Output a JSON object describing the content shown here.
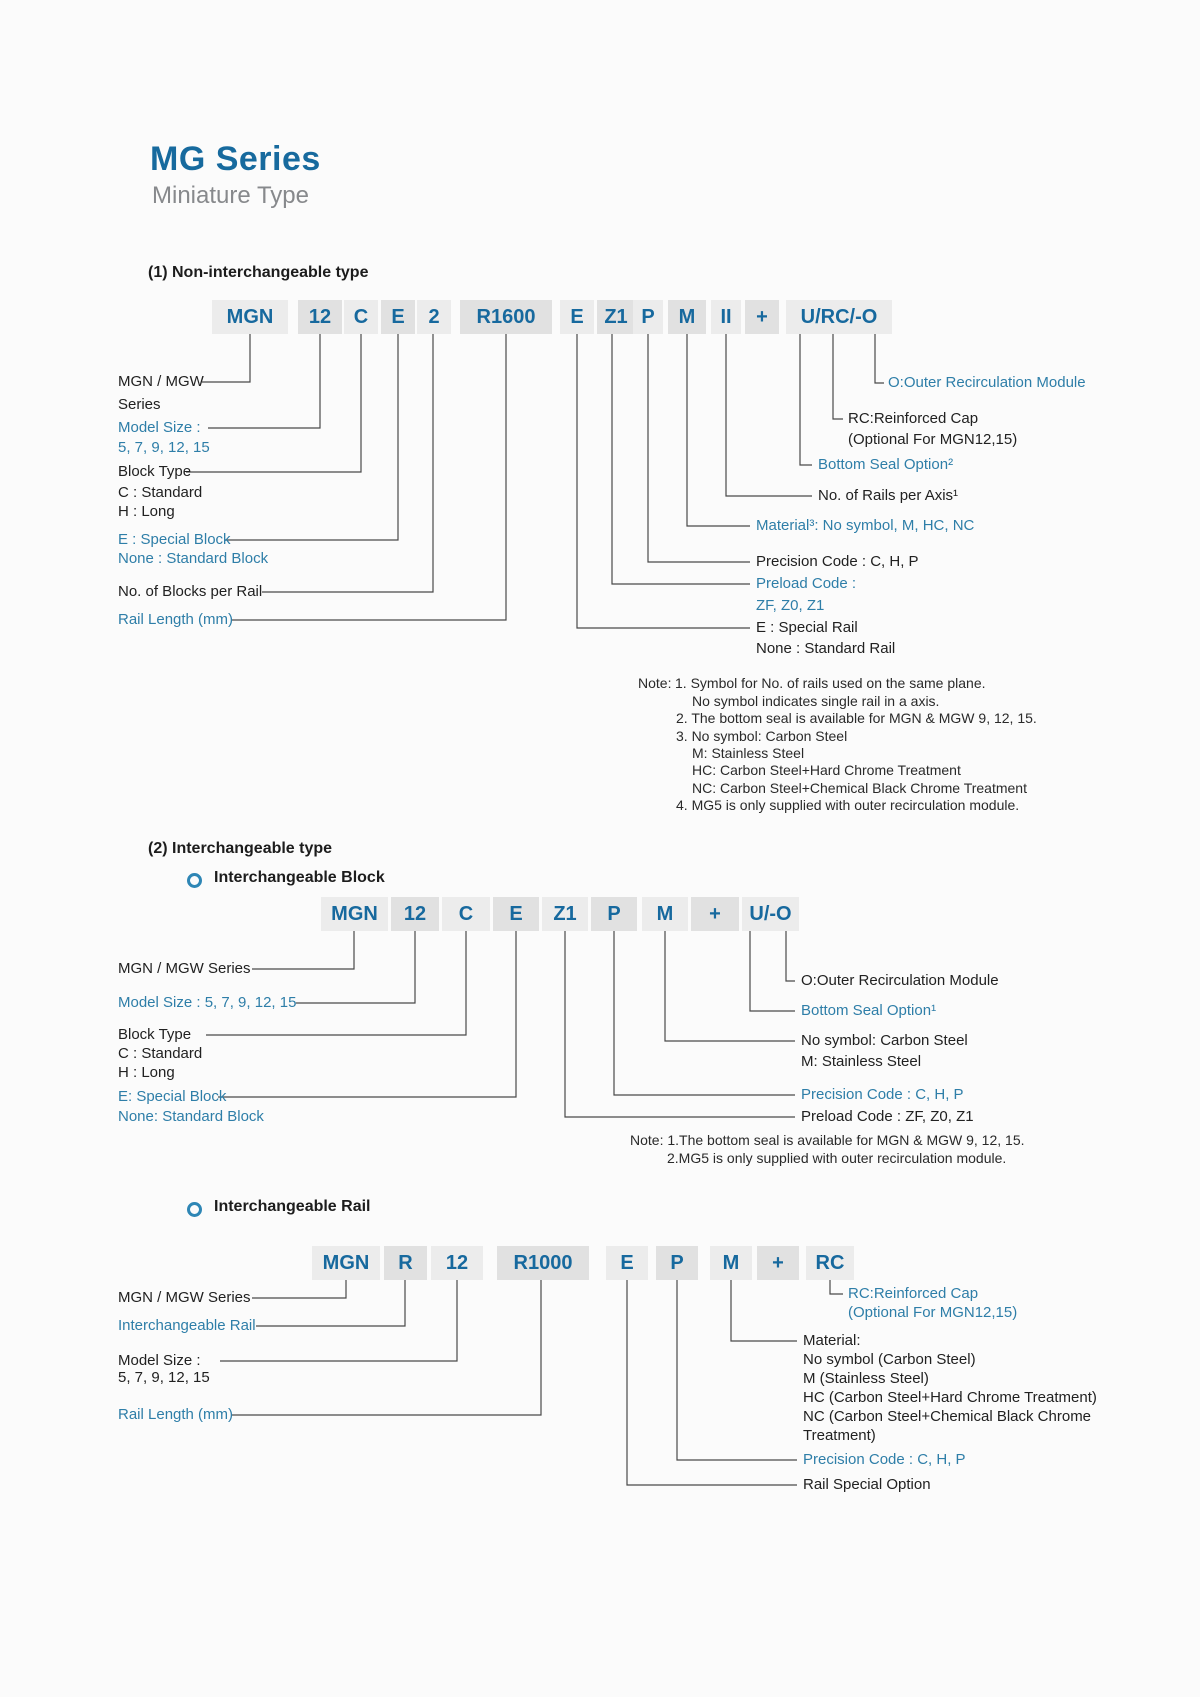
{
  "header": {
    "title": "MG Series",
    "subtitle": "Miniature Type"
  },
  "colors": {
    "accent_blue": "#176a9e",
    "label_blue": "#2e7ea8",
    "cell_light": "#ececec",
    "cell_dark": "#e1e1e1",
    "line_gray": "#4a4a4a"
  },
  "section1": {
    "heading": "(1) Non-interchangeable type",
    "code_segments": [
      "MGN",
      "12",
      "C",
      "E",
      "2",
      "R1600",
      "E",
      "Z1",
      "P",
      "M",
      "II",
      "+",
      "U/RC/-O"
    ],
    "labels": {
      "series_line1": "MGN / MGW",
      "series_line2": "Series",
      "model_size_line1": "Model Size :",
      "model_size_line2": "5, 7, 9, 12, 15",
      "block_type_line1": "Block Type",
      "block_type_line2": "C : Standard",
      "block_type_line3": "H : Long",
      "special_block_line1": "E : Special Block",
      "special_block_line2": "None : Standard Block",
      "blocks_per_rail": "No. of Blocks per Rail",
      "rail_length": "Rail Length (mm)",
      "outer_recirculation": "O:Outer Recirculation Module",
      "reinforced_cap_line1": "RC:Reinforced Cap",
      "reinforced_cap_line2": "(Optional For MGN12,15)",
      "bottom_seal": "Bottom Seal Option²",
      "rails_per_axis": "No. of Rails per Axis¹",
      "material": "Material³: No symbol, M, HC, NC",
      "precision_code": "Precision Code : C, H, P",
      "preload_code_line1": "Preload Code :",
      "preload_code_line2": "ZF, Z0, Z1",
      "special_rail_line1": "E : Special Rail",
      "special_rail_line2": "None : Standard Rail"
    },
    "note": {
      "prefix": "Note:",
      "line1": "1. Symbol for No. of rails used on the same plane.",
      "line2": "No symbol indicates single rail in a axis.",
      "line3": "2. The bottom seal is available for MGN & MGW 9, 12, 15.",
      "line4": "3. No symbol: Carbon Steel",
      "line5": "M: Stainless Steel",
      "line6": "HC: Carbon Steel+Hard Chrome Treatment",
      "line7": "NC: Carbon Steel+Chemical Black Chrome Treatment",
      "line8": "4. MG5 is only supplied with outer recirculation module."
    }
  },
  "section2": {
    "heading": "(2) Interchangeable type",
    "sub_heading": "Interchangeable Block",
    "code_segments": [
      "MGN",
      "12",
      "C",
      "E",
      "Z1",
      "P",
      "M",
      "+",
      "U/-O"
    ],
    "labels": {
      "series": "MGN / MGW Series",
      "model_size": "Model Size :  5, 7, 9, 12, 15",
      "block_type_line1": "Block Type",
      "block_type_line2": "C : Standard",
      "block_type_line3": "H : Long",
      "special_block_line1": "E: Special Block",
      "special_block_line2": "None: Standard Block",
      "outer_recirculation": "O:Outer Recirculation Module",
      "bottom_seal": "Bottom Seal Option¹",
      "material_line1": "No symbol: Carbon Steel",
      "material_line2": "M: Stainless Steel",
      "precision_code": "Precision Code : C, H, P",
      "preload_code": "Preload Code : ZF, Z0, Z1"
    },
    "note": {
      "line1": "Note: 1.The bottom seal is available for MGN & MGW 9, 12, 15.",
      "line2": "2.MG5 is only supplied with outer recirculation module."
    }
  },
  "section3": {
    "sub_heading": "Interchangeable Rail",
    "code_segments": [
      "MGN",
      "R",
      "12",
      "R1000",
      "E",
      "P",
      "M",
      "+",
      "RC"
    ],
    "labels": {
      "series": "MGN / MGW Series",
      "interchangeable_rail": "Interchangeable Rail",
      "model_size_line1": "Model Size :",
      "model_size_line2": "5, 7, 9, 12, 15",
      "rail_length": "Rail Length (mm)",
      "reinforced_cap_line1": "RC:Reinforced Cap",
      "reinforced_cap_line2": "(Optional For MGN12,15)",
      "material_line1": "Material:",
      "material_line2": "No symbol (Carbon Steel)",
      "material_line3": "M (Stainless Steel)",
      "material_line4": "HC (Carbon Steel+Hard Chrome Treatment)",
      "material_line5": "NC (Carbon Steel+Chemical Black Chrome",
      "material_line6": "Treatment)",
      "precision_code": "Precision Code : C, H, P",
      "rail_special_option": "Rail Special Option"
    }
  }
}
